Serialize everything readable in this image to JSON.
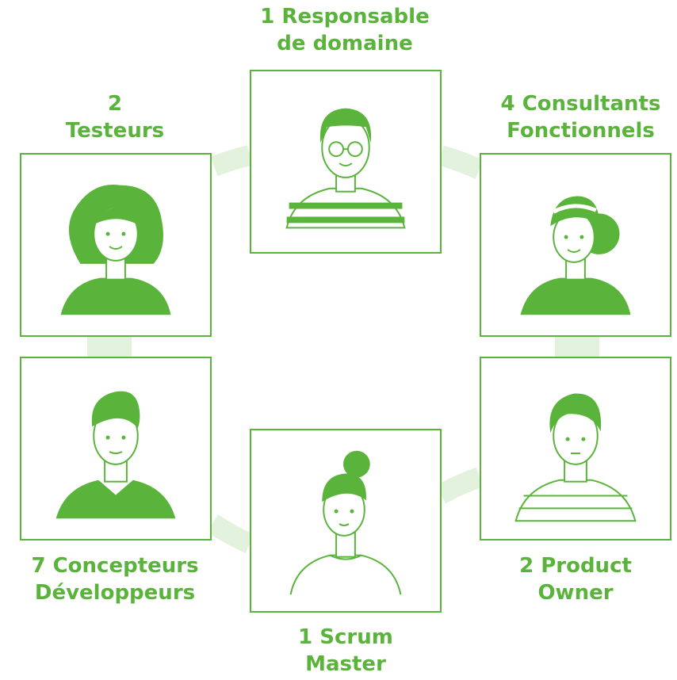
{
  "roles": [
    {
      "id": "responsable",
      "line1": "1 Responsable",
      "line2": "de domaine",
      "icon": "man-glasses-avatar-icon"
    },
    {
      "id": "testeurs",
      "line1": "2",
      "line2": "Testeurs",
      "icon": "woman-bob-hair-avatar-icon"
    },
    {
      "id": "consultants",
      "line1": "4 Consultants",
      "line2": "Fonctionnels",
      "icon": "woman-headband-avatar-icon"
    },
    {
      "id": "concepteurs",
      "line1": "7 Concepteurs",
      "line2": "Développeurs",
      "icon": "man-quiff-avatar-icon"
    },
    {
      "id": "product-owner",
      "line1": "2 Product",
      "line2": "Owner",
      "icon": "man-striped-shirt-avatar-icon"
    },
    {
      "id": "scrum-master",
      "line1": "1 Scrum",
      "line2": "Master",
      "icon": "woman-bun-avatar-icon"
    }
  ],
  "colors": {
    "accent": "#5ab33a",
    "ring": "#e3f2dc"
  }
}
